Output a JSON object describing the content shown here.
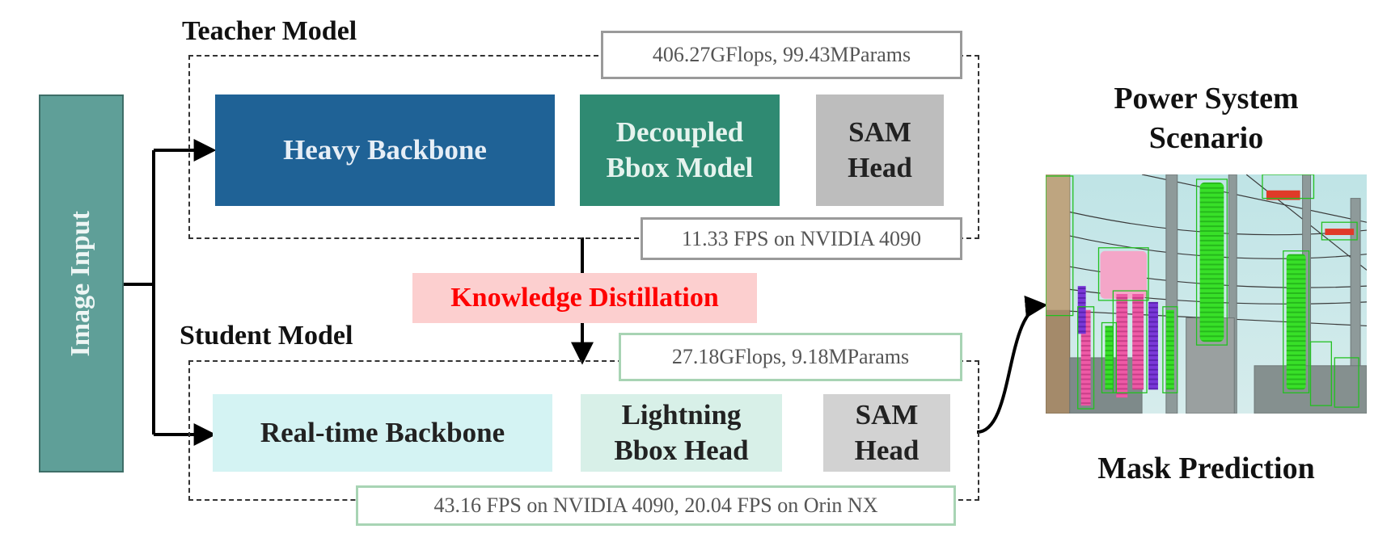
{
  "image_input": {
    "label": "Image Input"
  },
  "teacher": {
    "title": "Teacher Model",
    "flops": "406.27GFlops, 99.43MParams",
    "fps": "11.33 FPS on NVIDIA 4090",
    "blocks": [
      {
        "lines": [
          "Heavy Backbone"
        ]
      },
      {
        "lines": [
          "Decoupled",
          "Bbox Model"
        ]
      },
      {
        "lines": [
          "SAM",
          "Head"
        ]
      }
    ]
  },
  "distillation": {
    "label": "Knowledge Distillation"
  },
  "student": {
    "title": "Student Model",
    "flops": "27.18GFlops, 9.18MParams",
    "fps": "43.16 FPS on NVIDIA 4090, 20.04 FPS on Orin NX",
    "blocks": [
      {
        "lines": [
          "Real-time Backbone"
        ]
      },
      {
        "lines": [
          "Lightning",
          "Bbox Head"
        ]
      },
      {
        "lines": [
          "SAM",
          "Head"
        ]
      }
    ]
  },
  "output": {
    "title_lines": [
      "Power System",
      "Scenario"
    ],
    "caption": "Mask Prediction"
  },
  "colors": {
    "image_input": "#5f9f98",
    "heavy_backbone": "#1f6296",
    "decoupled_bbox": "#2f8a72",
    "teacher_sam": "#bdbdbd",
    "distillation_bg": "#fccfcf",
    "distillation_text": "#ff0000",
    "realtime_backbone": "#d4f3f3",
    "lightning_bbox": "#d8f0e8",
    "student_sam": "#d2d2d2",
    "student_stat_border": "#a8d4b4",
    "teacher_stat_border": "#9a9a9a",
    "mask_green": "#38e028",
    "mask_pink": "#ee5aa6",
    "mask_purple": "#7a38d8",
    "mask_red": "#e03a28"
  }
}
